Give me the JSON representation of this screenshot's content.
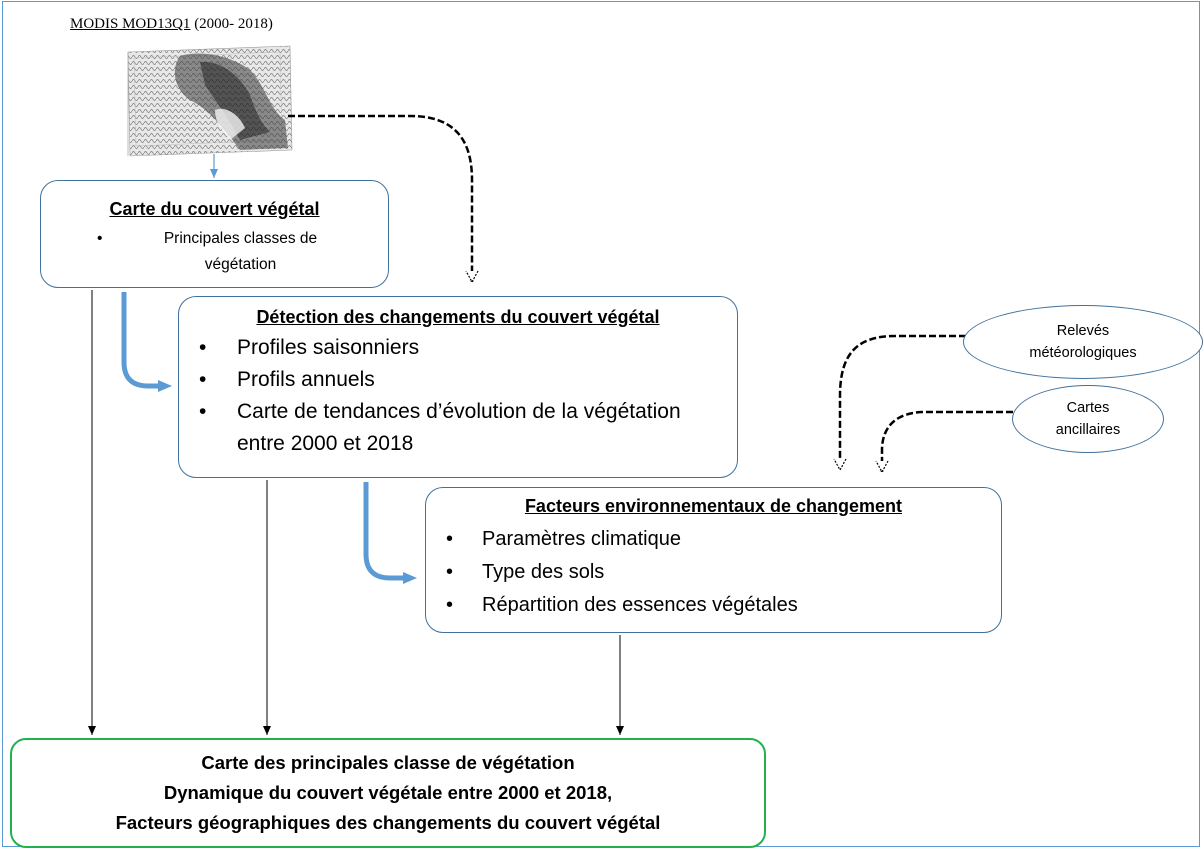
{
  "source": {
    "name": "MODIS MOD13Q1",
    "period": "(2000- 2018)"
  },
  "boxes": {
    "vegetation_map": {
      "title": "Carte du couvert végétal",
      "items": [
        "Principales classes de végétation"
      ]
    },
    "change_detection": {
      "title": "Détection des changements du couvert végétal",
      "items": [
        "Profiles saisonniers",
        "Profils annuels",
        "Carte de tendances d’évolution de la végétation entre 2000 et 2018"
      ]
    },
    "environmental_factors": {
      "title": "Facteurs environnementaux de changement",
      "items": [
        "Paramètres climatique",
        "Type des sols",
        "Répartition des essences végétales"
      ]
    },
    "output": {
      "lines": [
        "Carte des principales classe de végétation",
        "Dynamique du couvert végétale entre 2000 et 2018,",
        "Facteurs géographiques des changements du couvert végétal"
      ]
    }
  },
  "inputs": {
    "meteo": [
      "Relevés",
      "météorologiques"
    ],
    "ancillary": [
      "Cartes",
      "ancillaires"
    ]
  },
  "colors": {
    "frame": "#5b9bd5",
    "box_border": "#41719c",
    "output_border": "#22b14c",
    "thick_arrow": "#5b9bd5",
    "thin_arrow": "#000000"
  }
}
